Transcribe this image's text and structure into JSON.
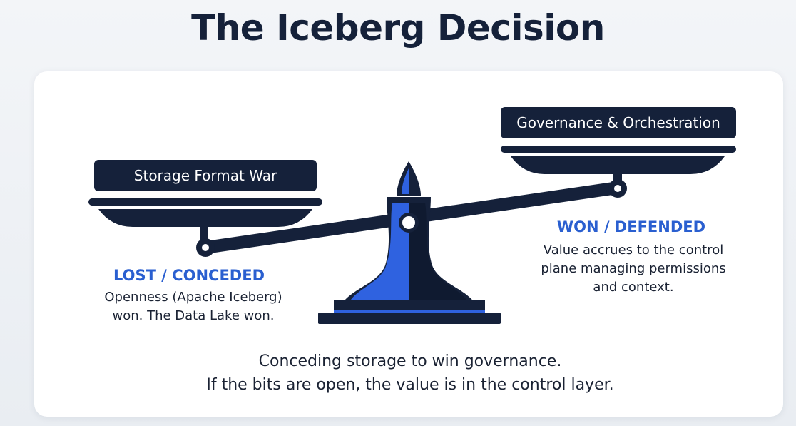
{
  "title": "The Iceberg Decision",
  "left": {
    "label": "Storage Format War",
    "status": "LOST / CONCEDED",
    "description_lines": [
      "Openness (Apache Iceberg)",
      "won. The Data Lake won."
    ]
  },
  "right": {
    "label": "Governance & Orchestration",
    "status": "WON / DEFENDED",
    "description_lines": [
      "Value accrues to the control",
      "plane managing permissions",
      "and context."
    ]
  },
  "caption_lines": [
    "Conceding storage to win governance.",
    "If the bits are open, the value is in the control layer."
  ],
  "colors": {
    "navy": "#15213a",
    "accent_blue": "#2a5fd0",
    "bright_blue": "#2f62e0"
  }
}
